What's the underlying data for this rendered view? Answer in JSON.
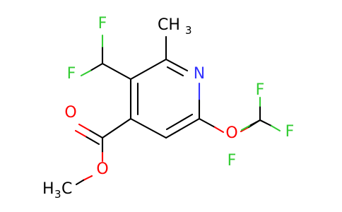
{
  "colors": {
    "carbon": "#000000",
    "nitrogen": "#3333ff",
    "oxygen": "#ff0000",
    "fluorine": "#33cc33"
  },
  "labels": {
    "f_top": "F",
    "f_left": "F",
    "methyl_c": "CH",
    "methyl_sub": "3",
    "nitrogen": "N",
    "carbonyl_o": "O",
    "ester_o": "O",
    "ocf3_o": "O",
    "f_right_top": "F",
    "f_right_mid": "F",
    "f_right_bottom": "F",
    "methoxy_h": "H",
    "methoxy_sub": "3",
    "methoxy_c": "C"
  }
}
